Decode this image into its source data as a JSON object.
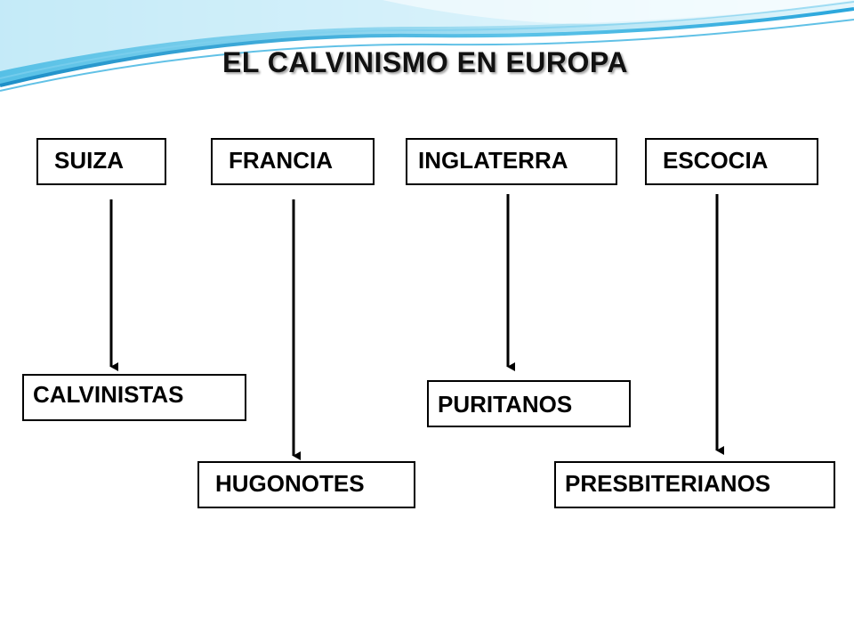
{
  "title": "EL CALVINISMO EN EUROPA",
  "countries": [
    {
      "label": "SUIZA"
    },
    {
      "label": "FRANCIA"
    },
    {
      "label": "INGLATERRA"
    },
    {
      "label": "ESCOCIA"
    }
  ],
  "groups": [
    {
      "label": "CALVINISTAS"
    },
    {
      "label": "HUGONOTES"
    },
    {
      "label": "PURITANOS"
    },
    {
      "label": "PRESBITERIANOS"
    }
  ],
  "colors": {
    "banner_dark": "#1f9fd6",
    "banner_light": "#bfe9f6",
    "line": "#000000"
  }
}
